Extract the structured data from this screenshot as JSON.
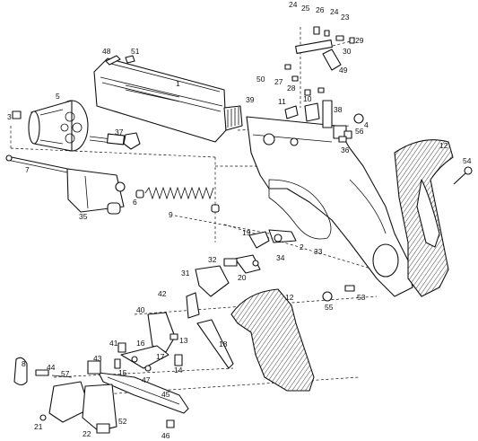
{
  "labels": {
    "l1": "1",
    "l2": "2",
    "l3": "3",
    "l4": "4",
    "l5": "5",
    "l6": "6",
    "l7": "7",
    "l8": "8",
    "l9": "9",
    "l10": "10",
    "l11": "11",
    "l12a": "12",
    "l12b": "12",
    "l13": "13",
    "l14": "14",
    "l15": "15",
    "l16": "16",
    "l17": "17",
    "l18": "18",
    "l19": "19",
    "l20": "20",
    "l21": "21",
    "l22": "22",
    "l23": "23",
    "l24a": "24",
    "l24b": "24",
    "l25": "25",
    "l26": "26",
    "l27": "27",
    "l28": "28",
    "l29": "29",
    "l30": "30",
    "l31": "31",
    "l32": "32",
    "l33": "33",
    "l34": "34",
    "l35": "35",
    "l36": "36",
    "l37": "37",
    "l38": "38",
    "l39": "39",
    "l40": "40",
    "l41": "41",
    "l42": "42",
    "l43": "43",
    "l44": "44",
    "l45": "45",
    "l46": "46",
    "l47": "47",
    "l48": "48",
    "l49": "49",
    "l50": "50",
    "l51": "51",
    "l52": "52",
    "l53": "53",
    "l54": "54",
    "l55": "55",
    "l56": "56",
    "l57": "57"
  }
}
